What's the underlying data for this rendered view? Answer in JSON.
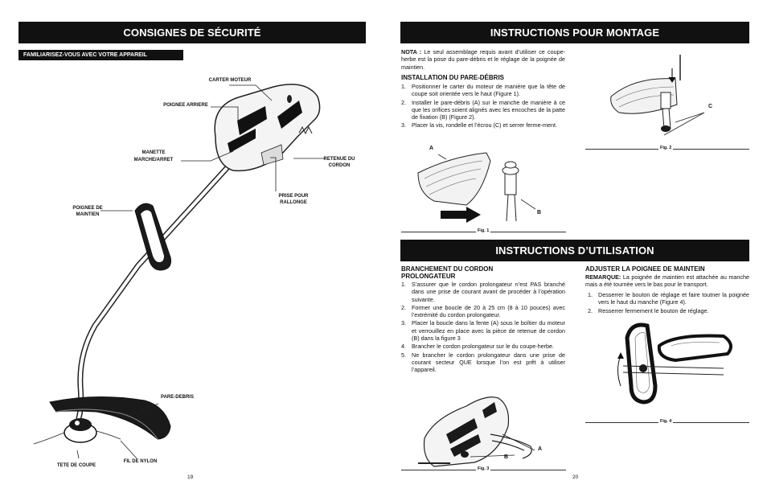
{
  "left_page": {
    "banner": "CONSIGNES DE SÉCURITÉ",
    "subbanner": "FAMILIARISEZ-VOUS AVEC VOTRE APPAREIL",
    "labels": {
      "carter_moteur": "CARTER MOTEUR",
      "poignee_arriere": "POIGNEE ARRIERE",
      "manette_line1": "MANETTE",
      "manette_line2": "MARCHE/ARRET",
      "retenue_line1": "RETENUE DU",
      "retenue_line2": "CORDON",
      "prise_line1": "PRISE POUR",
      "prise_line2": "RALLONGE",
      "poignee_maintien_line1": "POIGNEE DE",
      "poignee_maintien_line2": "MAINTIEN",
      "pare_debris": "PARE-DEBRIS",
      "tete_coupe": "TETE DE COUPE",
      "fil_nylon": "FIL DE NYLON"
    },
    "page_number": "19"
  },
  "right_page": {
    "montage": {
      "banner": "INSTRUCTIONS POUR MONTAGE",
      "nota_label": "NOTA :",
      "nota_text": " Le seul assemblage requis avant d’utiliser ce coupe-herbe est la pose du pare-débris et le réglage de la poignée de maintien.",
      "heading": "INSTALLATION DU PARE-DÉBRIS",
      "steps": [
        {
          "num": "1.",
          "text": "Positionner le carter du moteur de manière que la tête de coupe soit orientée vers le haut (Figure 1)."
        },
        {
          "num": "2.",
          "text": "Installer le pare-débris (A) sur le manche de manière à ce que les orifices soient alignés avec les encoches de la patte de fixation (B) (Figure 2)."
        },
        {
          "num": "3.",
          "text": "Placer la vis, rondelle et l’écrou (C) et serrer ferme-ment."
        }
      ],
      "fig1": {
        "caption": "Fig. 1",
        "label_a": "A",
        "label_b": "B"
      },
      "fig2": {
        "caption": "Fig. 2",
        "label_c": "C"
      }
    },
    "utilisation": {
      "banner": "INSTRUCTIONS D’UTILISATION",
      "left_heading_line1": "BRANCHEMENT DU CORDON",
      "left_heading_line2": "PROLONGATEUR",
      "left_steps": [
        {
          "num": "1.",
          "text": "S’assurer que le cordon prolongateur n’est PAS branché dans une prise de courant avant de procéder à l’opération suivante."
        },
        {
          "num": "2.",
          "text": "Former une boucle de 20 à 25 cm (8 à 10 pouces) avec l’extrémité du cordon prolongateur."
        },
        {
          "num": "3.",
          "text": "Placer la boucle dans la fente (A) sous le boîtier du moteur et verrouillez en place avec la pièce de retenue de cordon (B) dans la figure 3"
        },
        {
          "num": "4.",
          "text": "Brancher le cordon prolongateur sur le du coupe-herbe."
        },
        {
          "num": "5.",
          "text": "Ne brancher le cordon prolongateur dans une prise de courant secteur QUE lorsque l’on est prêt à utiliser l’appareil."
        }
      ],
      "fig3": {
        "caption": "Fig. 3",
        "label_a": "A",
        "label_b": "B"
      },
      "right_heading": "ADJUSTER LA POIGNEE DE MAINTEIN",
      "remarque_label": "REMARQUE:",
      "remarque_text": " La poignée de maintien est attachée au manche mais a été tournée vers le bas pour le transport.",
      "right_steps": [
        {
          "num": "1.",
          "text": "Desserrer le bouton de réglage et faire toutner la poignée vers le haut du manche (Figure 4)."
        },
        {
          "num": "2.",
          "text": "Resserrer fermement le bouton de réglage."
        }
      ],
      "fig4": {
        "caption": "Fig. 4"
      }
    },
    "page_number": "20"
  }
}
